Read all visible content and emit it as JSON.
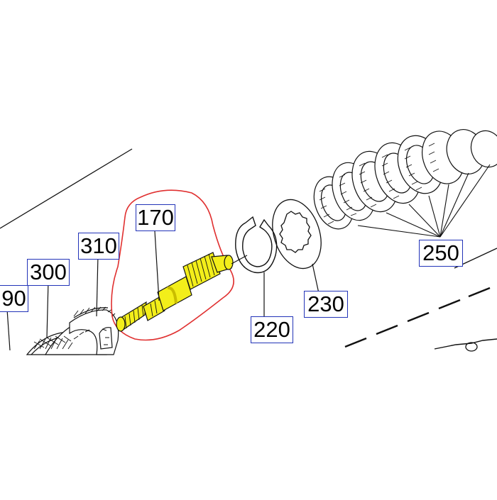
{
  "diagram": {
    "colors": {
      "line": "#111111",
      "highlight": "#f3ee1a",
      "highlight_shade": "#c9bd00",
      "circle": "#e03030",
      "label_border": "#2233b8"
    },
    "callouts": {
      "c170": "170",
      "c310": "310",
      "c300": "300",
      "c90": "90",
      "c220": "220",
      "c230": "230",
      "c250": "250"
    }
  }
}
